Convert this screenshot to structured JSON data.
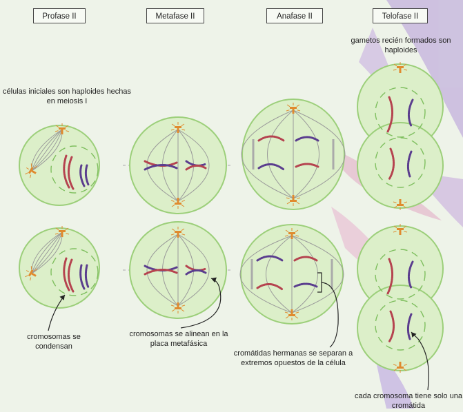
{
  "phases": [
    {
      "id": "profase",
      "label": "Profase II"
    },
    {
      "id": "metafase",
      "label": "Metafase II"
    },
    {
      "id": "anafase",
      "label": "Anafase II"
    },
    {
      "id": "telofase",
      "label": "Telofase II"
    }
  ],
  "annotations": {
    "initial_cells": "células iniciales son haploides hechas en meiosis I",
    "chromosomes_condense": "cromosomas se condensan",
    "chromosomes_align": "cromosomas se alinean en la placa metafásica",
    "sister_chromatids": "cromátidas hermanas se separan a extremos opuestos de la célula",
    "gametes_formed": "gametos recién formados son haploides",
    "single_chromatid": "cada cromosoma tiene solo una cromátida"
  },
  "colors": {
    "background": "#eef3e9",
    "cell_fill": "#dcefc9",
    "cell_border": "#9ccf7a",
    "centrosome": "#e08a2e",
    "chromosome_red": "#b5434f",
    "chromosome_purple": "#5a3d8e",
    "spindle": "#9a9a9a",
    "flower_pink": "#d9a6c8",
    "flower_purple": "#a58bd0"
  }
}
